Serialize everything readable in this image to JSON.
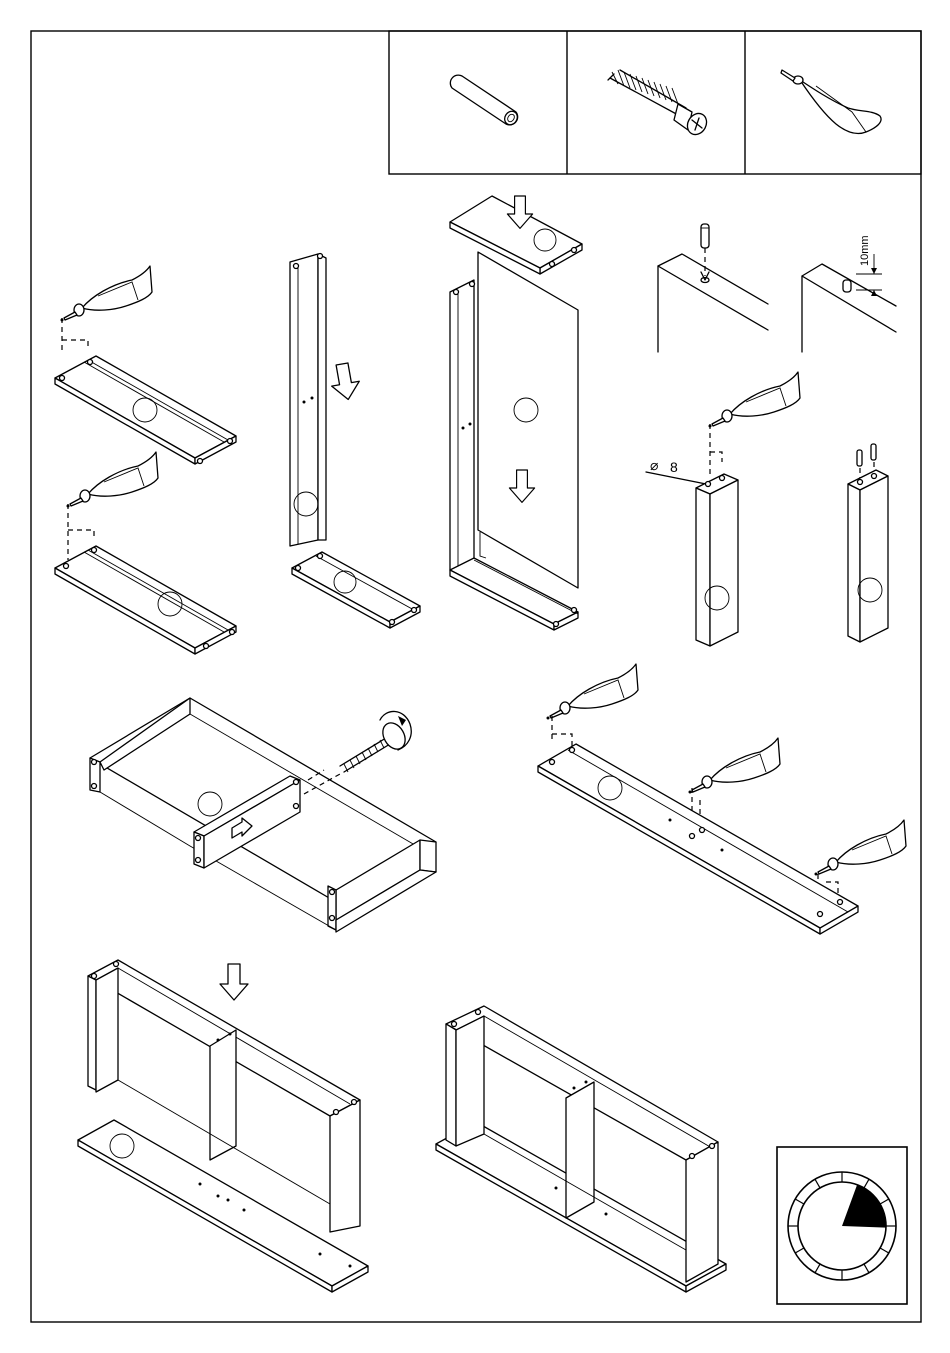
{
  "parts_legend": {
    "items": [
      {
        "icon": "wooden-dowel-icon"
      },
      {
        "icon": "screw-icon"
      },
      {
        "icon": "glue-tube-icon"
      }
    ]
  },
  "steps": {
    "dowel_depth": {
      "label": "10mm"
    },
    "drill_diameter": {
      "label": "8"
    }
  },
  "time_indicator": {
    "icon": "clock-icon",
    "filled_fraction": 0.2
  }
}
